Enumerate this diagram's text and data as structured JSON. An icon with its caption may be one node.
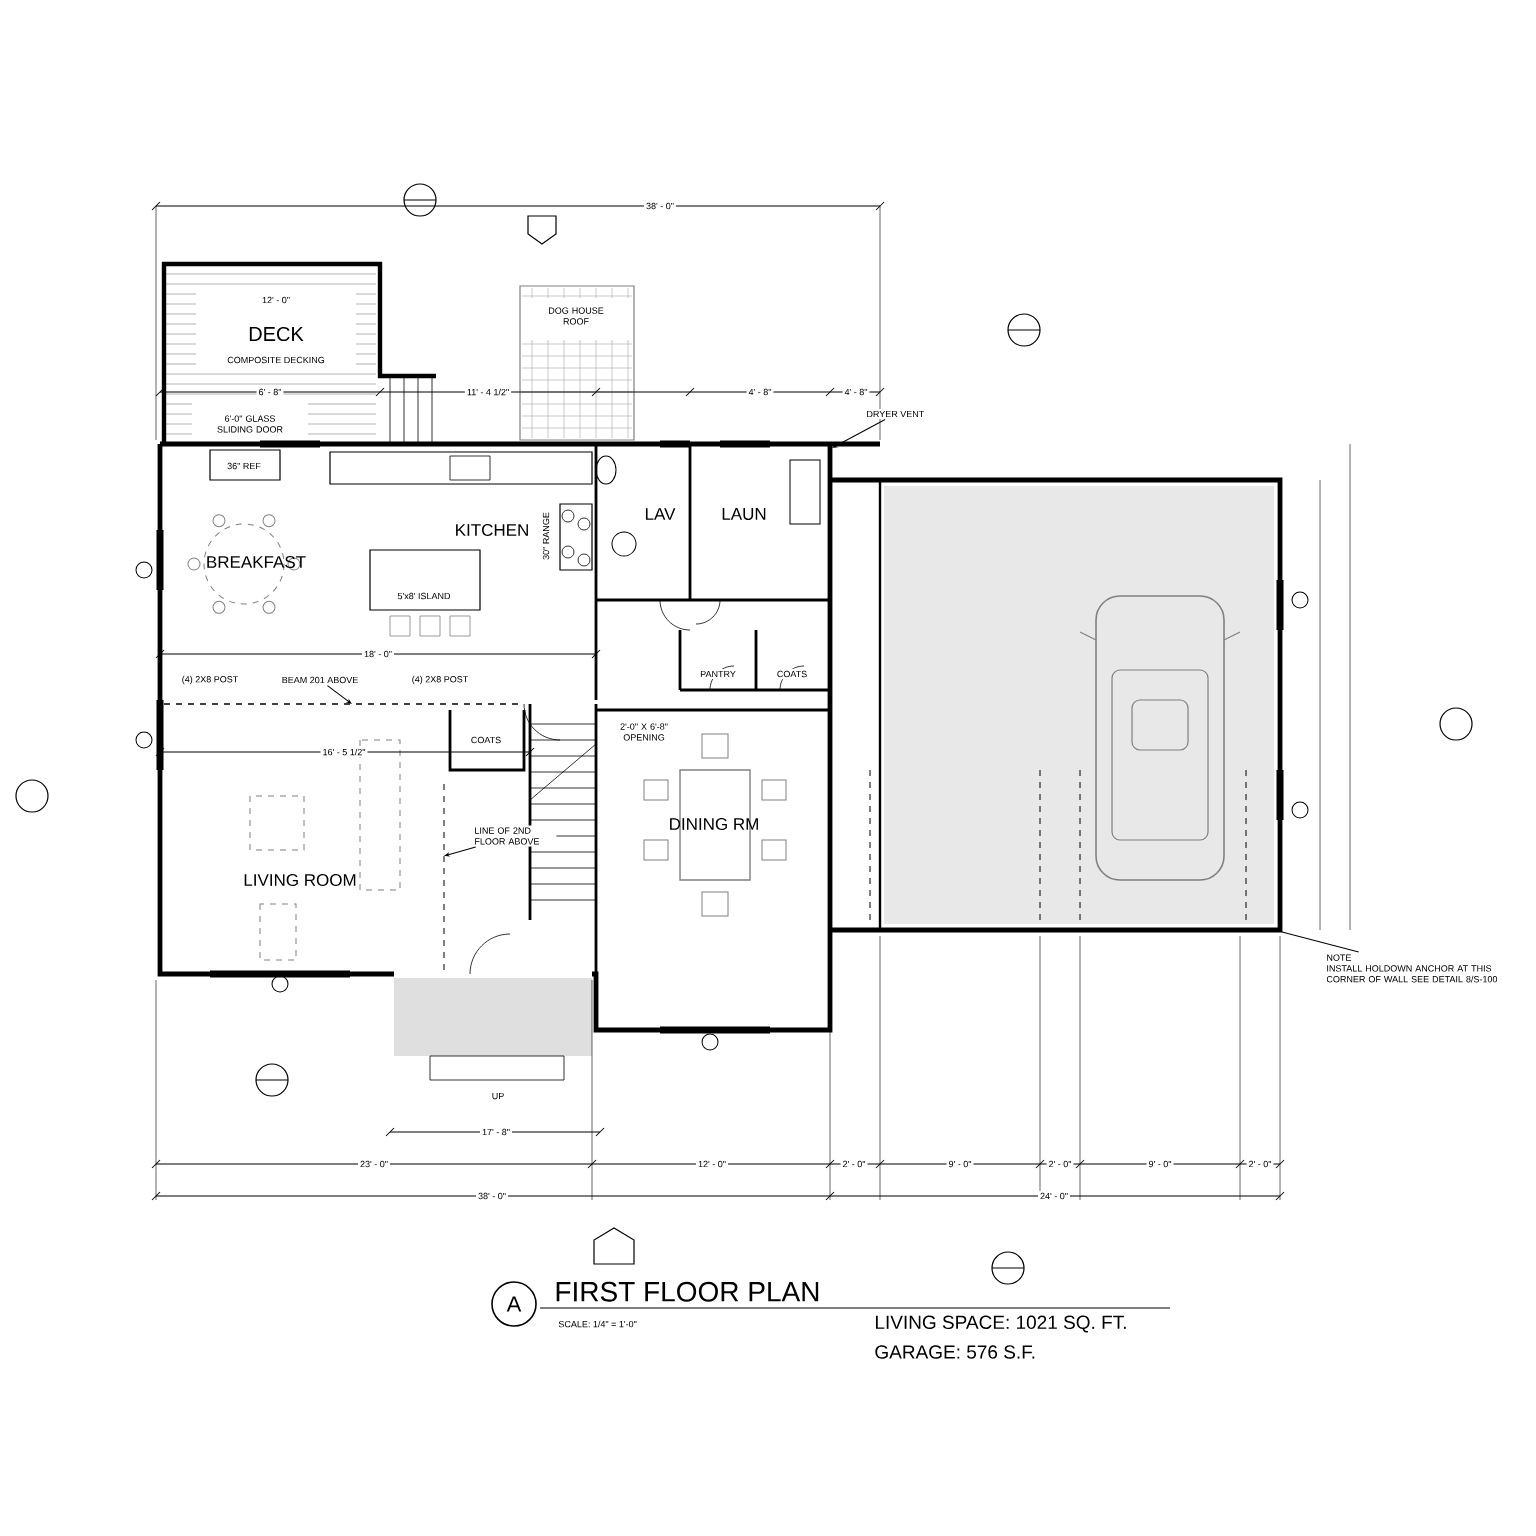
{
  "diagram": {
    "title": "FIRST FLOOR PLAN",
    "nodes": [
      {
        "text": [
          "DRYER VENT"
        ]
      },
      {
        "text": [
          "NOTE",
          "INSTALL HOLDOWN ANCHOR AT THIS CORNER OF WALL SEE DETAIL 8/S-100"
        ]
      },
      {
        "text": [
          "LINE OF 2ND FLOOR ABOVE"
        ]
      },
      {
        "text": [
          "BEAM 201 ABOVE"
        ]
      }
    ],
    "edges": [
      {
        "from": 0,
        "to": null,
        "arrow": "to"
      },
      {
        "from": 1,
        "to": null,
        "arrow": "none"
      },
      {
        "from": 2,
        "to": null,
        "arrow": "to"
      },
      {
        "from": 3,
        "to": null,
        "arrow": "to"
      }
    ],
    "labels": [
      "DECK",
      "COMPOSITE DECKING",
      "DOG HOUSE ROOF",
      "12' - 0\"",
      "6'-0\" GLASS SLIDING DOOR",
      "KITCHEN",
      "BREAKFAST",
      "LAV",
      "LAUN",
      "36\" REF",
      "30\" RANGE",
      "5'x8' ISLAND",
      "PANTRY",
      "COATS",
      "(4) 2X8 POST",
      "(4) 2X8 POST",
      "COATS",
      "2'-0\" X 6'-8\" OPENING",
      "LIVING ROOM",
      "DINING RM",
      "UP",
      "18' - 0\"",
      "16' - 5 1/2\"",
      "6' - 8\"",
      "11' - 4 1/2\"",
      "4' - 8\"",
      "4' - 8\"",
      "23' - 0\"",
      "12' - 0\"",
      "2' - 0\"",
      "9' - 0\"",
      "2' - 0\"",
      "9' - 0\"",
      "2' - 0\"",
      "17' - 8\"",
      "38' - 0\"",
      "24' - 0\"",
      "38' - 0\"",
      "A",
      "SCALE: 1/4\" = 1'-0\"",
      "LIVING SPACE: 1021 SQ. FT.",
      "GARAGE: 576 S.F."
    ]
  }
}
